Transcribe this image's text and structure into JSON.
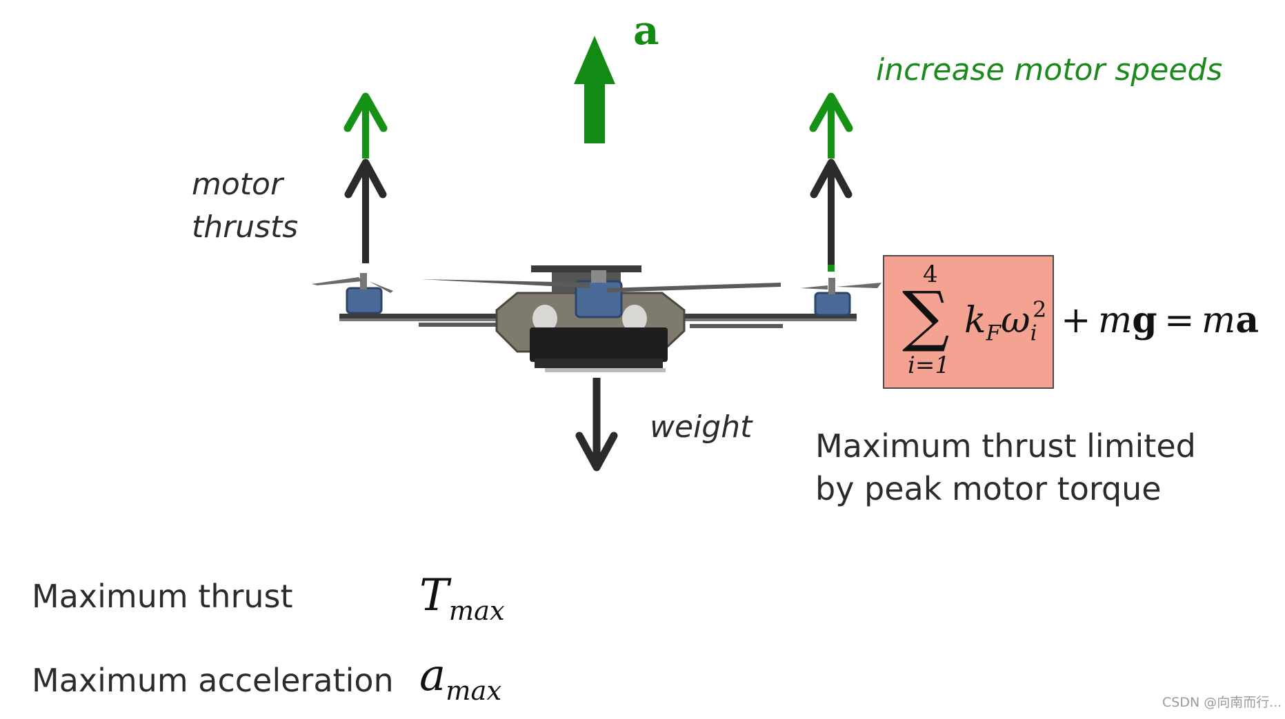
{
  "labels": {
    "accel_symbol": "a",
    "increase_motor_speeds": "increase motor speeds",
    "motor_thrusts_line1": "motor",
    "motor_thrusts_line2": "thrusts",
    "weight": "weight"
  },
  "equation": {
    "sum_upper": "4",
    "sum_lower": "i=1",
    "sum_symbol": "∑",
    "term_k": "k",
    "term_k_sub": "F",
    "term_omega": "ω",
    "term_omega_sub": "i",
    "term_omega_sup": "2",
    "rest_plus": "+",
    "rest_m1": "m",
    "rest_g": "g",
    "rest_eq": "=",
    "rest_m2": "m",
    "rest_a": "a"
  },
  "note": {
    "line1": "Maximum thrust limited",
    "line2": "by peak motor torque"
  },
  "definitions": [
    {
      "label": "Maximum thrust",
      "symbol_main": "T",
      "symbol_sub": "max"
    },
    {
      "label": "Maximum acceleration",
      "symbol_main": "a",
      "symbol_sub": "max"
    }
  ],
  "watermark": "CSDN @向南而行..."
}
